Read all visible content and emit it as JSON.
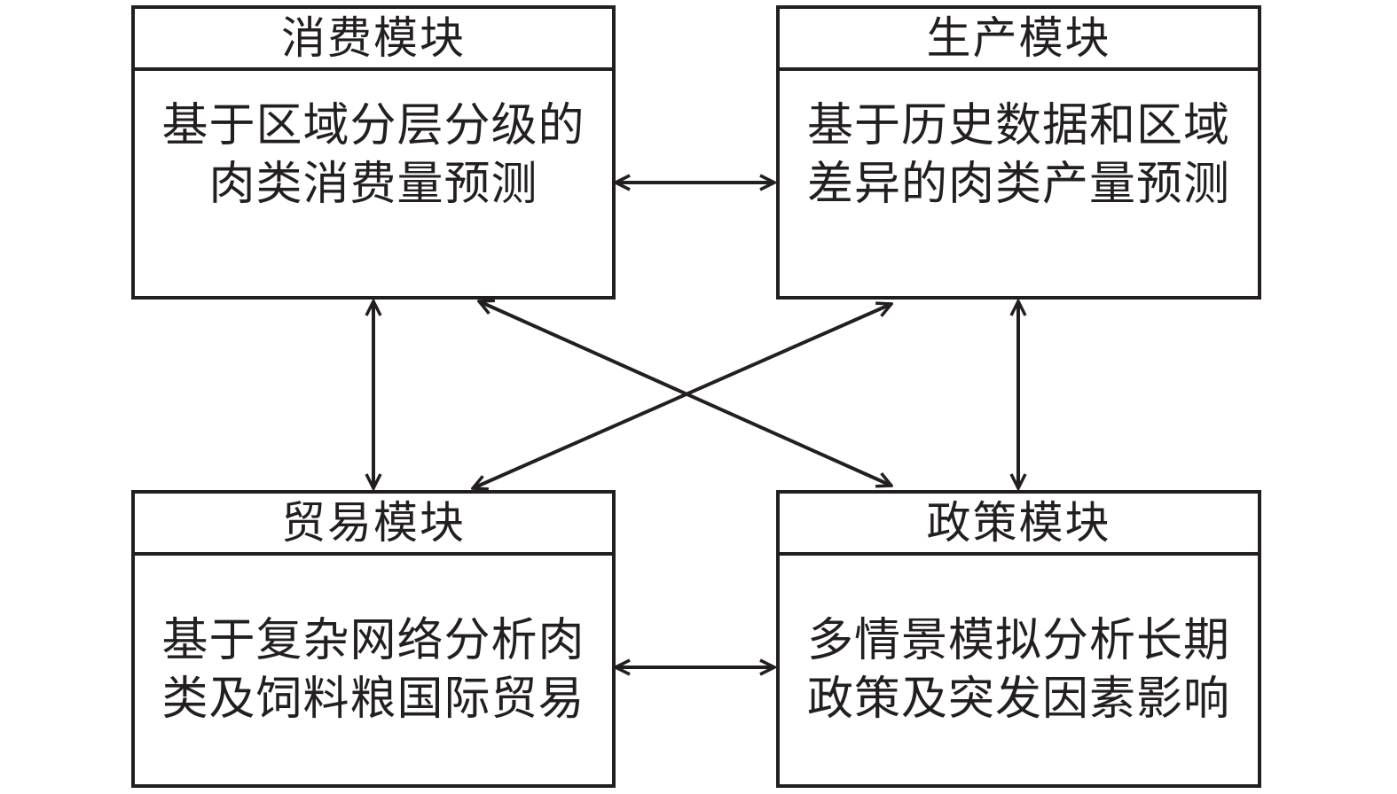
{
  "modules": {
    "consumption": {
      "title": "消费模块",
      "desc_line1": "基于区域分层分级的",
      "desc_line2": "肉类消费量预测"
    },
    "production": {
      "title": "生产模块",
      "desc_line1": "基于历史数据和区域",
      "desc_line2": "差异的肉类产量预测"
    },
    "trade": {
      "title": "贸易模块",
      "desc_line1": "基于复杂网络分析肉",
      "desc_line2": "类及饲料粮国际贸易"
    },
    "policy": {
      "title": "政策模块",
      "desc_line1": "多情景模拟分析长期",
      "desc_line2": "政策及突发因素影响"
    }
  },
  "links": [
    {
      "from": "消费模块",
      "to": "生产模块",
      "direction": "bidirectional"
    },
    {
      "from": "消费模块",
      "to": "贸易模块",
      "direction": "bidirectional"
    },
    {
      "from": "消费模块",
      "to": "政策模块",
      "direction": "bidirectional"
    },
    {
      "from": "生产模块",
      "to": "贸易模块",
      "direction": "bidirectional"
    },
    {
      "from": "生产模块",
      "to": "政策模块",
      "direction": "bidirectional"
    },
    {
      "from": "贸易模块",
      "to": "政策模块",
      "direction": "bidirectional"
    }
  ],
  "colors": {
    "stroke": "#231f20",
    "background": "#ffffff"
  }
}
